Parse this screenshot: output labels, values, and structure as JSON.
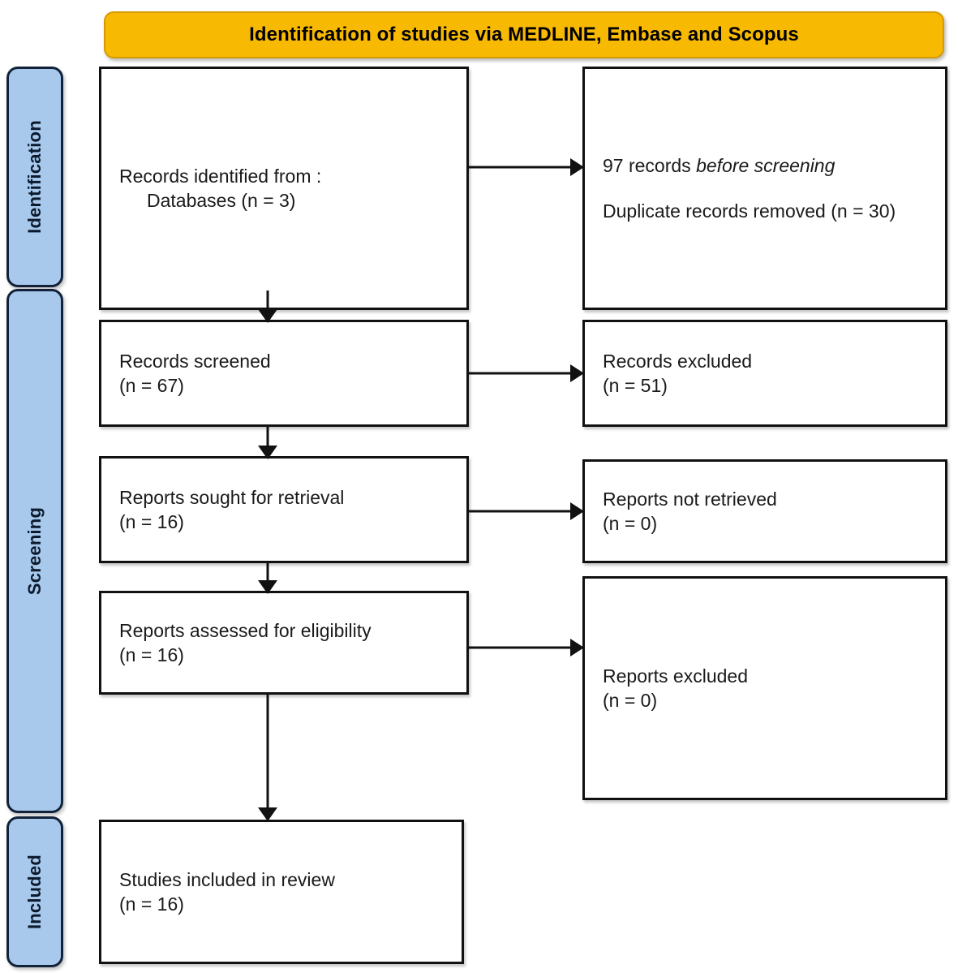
{
  "header": {
    "title": "Identification of studies via MEDLINE, Embase and Scopus",
    "background_color": "#F8B902",
    "text_color": "#000000"
  },
  "stages": {
    "identification": "Identification",
    "screening": "Screening",
    "included": "Included",
    "pill_color": "#A8C9EC",
    "pill_border_color": "#11223A"
  },
  "boxes": {
    "identified": {
      "line1": "Records identified from :",
      "line2": "Databases (n = 3)"
    },
    "before_screening": {
      "line1_prefix": "97 records ",
      "line1_italic": "before screening",
      "line2": "Duplicate records removed (n = 30)"
    },
    "screened": {
      "line1": "Records screened",
      "line2": "(n = 67)"
    },
    "records_excluded": {
      "line1": "Records excluded",
      "line2": "(n = 51)"
    },
    "sought": {
      "line1": "Reports sought for retrieval",
      "line2": "(n = 16)"
    },
    "not_retrieved": {
      "line1": "Reports not retrieved",
      "line2": "(n = 0)"
    },
    "assessed": {
      "line1": "Reports assessed for eligibility",
      "line2": "(n = 16)"
    },
    "reports_excluded": {
      "line1": "Reports excluded",
      "line2": "(n = 0)"
    },
    "included_studies": {
      "line1": "Studies included in review",
      "line2": "(n = 16)"
    }
  }
}
